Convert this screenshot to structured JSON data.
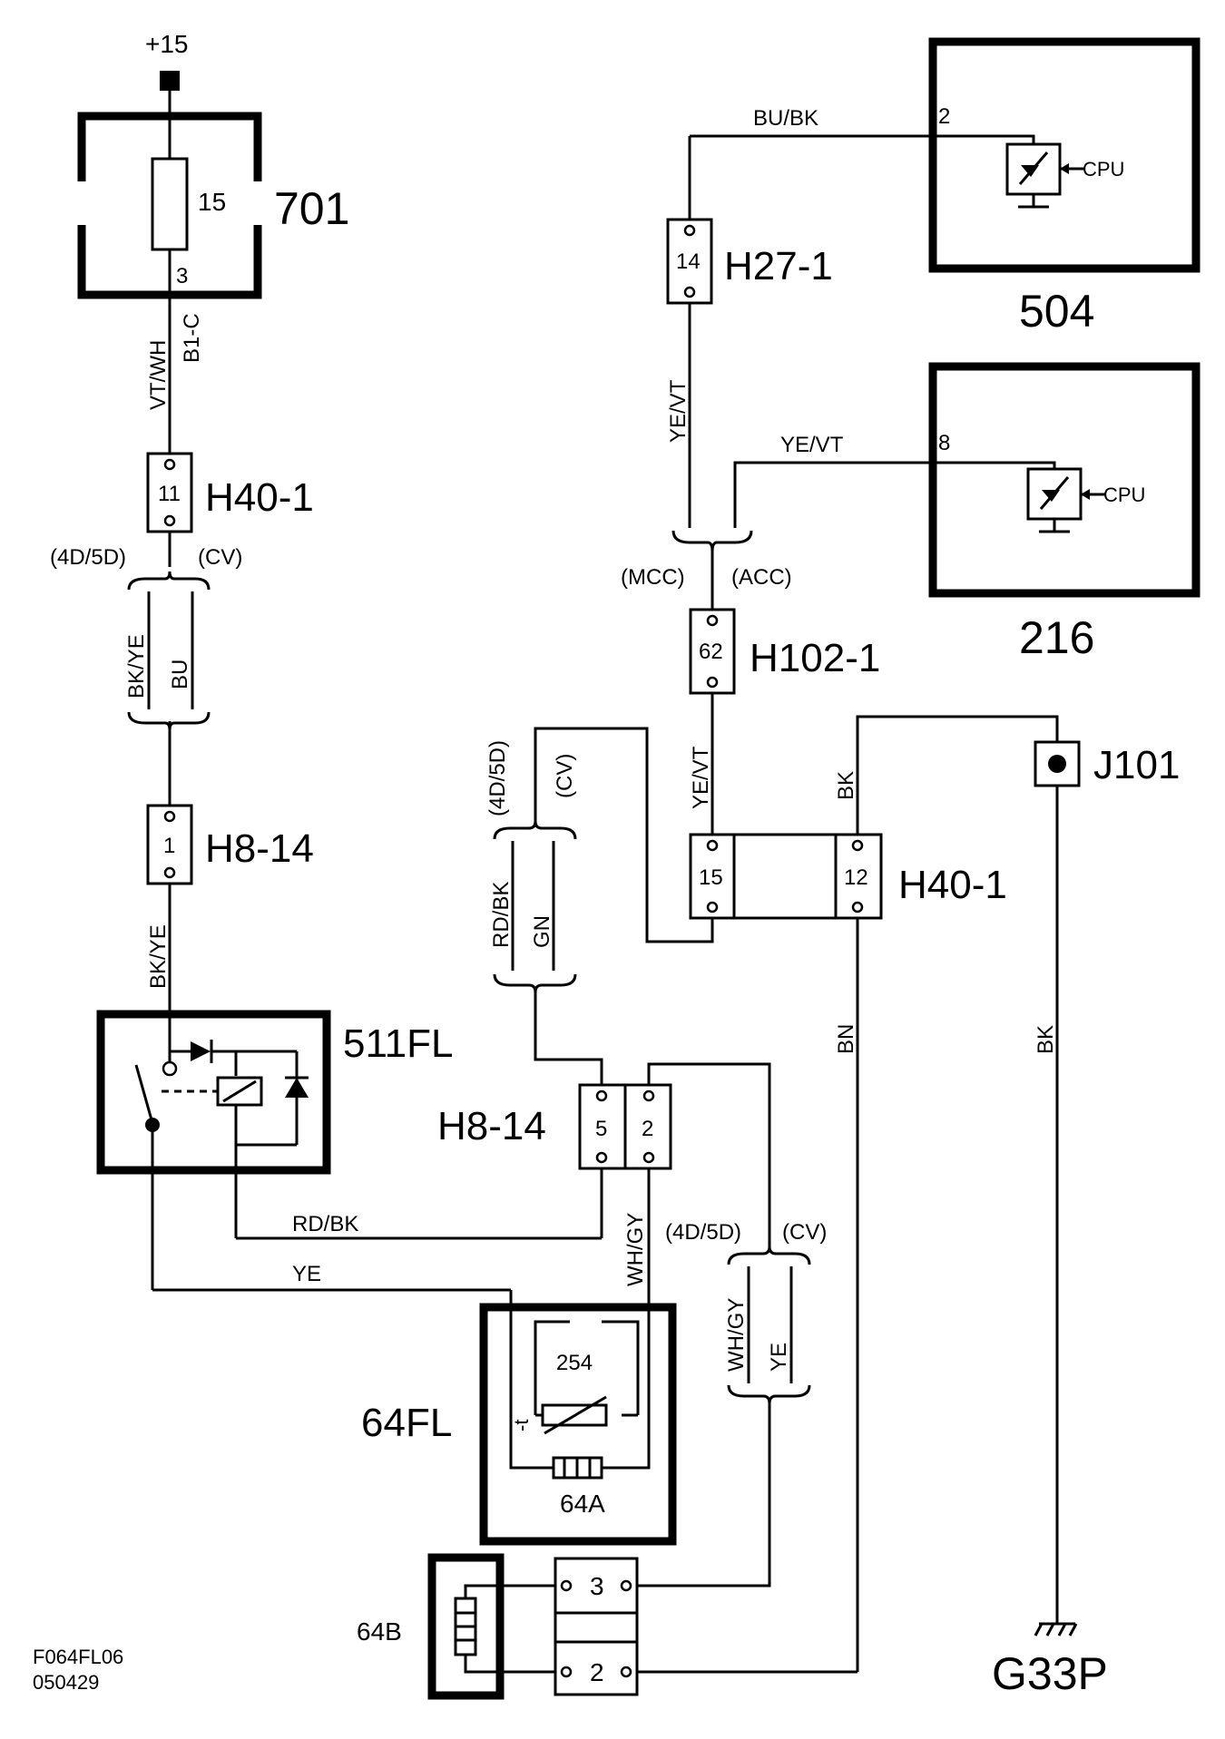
{
  "supply": {
    "label": "+15"
  },
  "fusebox": {
    "id": "701",
    "fuse": "15",
    "pin": "3",
    "ref": "B1-C"
  },
  "left": {
    "wire1": "VT/WH",
    "conn1": {
      "name": "H40-1",
      "pin": "11"
    },
    "var_a": "(4D/5D)",
    "var_b": "(CV)",
    "wire_a": "BK/YE",
    "wire_b": "BU",
    "conn2": {
      "name": "H8-14",
      "pin": "1"
    },
    "wire2": "BK/YE"
  },
  "relay": {
    "id": "511FL"
  },
  "module504": {
    "id": "504",
    "pin": "2",
    "cpu": "CPU",
    "wire": "BU/BK"
  },
  "module216": {
    "id": "216",
    "pin": "8",
    "cpu": "CPU",
    "wire": "YE/VT"
  },
  "h27": {
    "name": "H27-1",
    "pin": "14",
    "wire": "YE/VT"
  },
  "mcc": "(MCC)",
  "acc": "(ACC)",
  "h102": {
    "name": "H102-1",
    "pin": "62",
    "wire": "YE/VT"
  },
  "j101": {
    "id": "J101",
    "wire": "BK"
  },
  "h40b": {
    "name": "H40-1",
    "pin_a": "15",
    "pin_b": "12",
    "wire_bn": "BN",
    "wire_bk": "BK"
  },
  "mid": {
    "var_a": "(4D/5D)",
    "var_b": "(CV)",
    "wire_a": "RD/BK",
    "wire_b": "GN"
  },
  "h814b": {
    "name": "H8-14",
    "pin_a": "5",
    "pin_b": "2",
    "wire_wh": "WH/GY"
  },
  "bottom": {
    "wire_rd": "RD/BK",
    "wire_ye": "YE",
    "var_a": "(4D/5D)",
    "var_b": "(CV)",
    "wire_a": "WH/GY",
    "wire_b": "YE"
  },
  "heater": {
    "id": "64FL",
    "inner_top": "254",
    "inner_bottom": "64A",
    "t_sym": "-t"
  },
  "conn64b": {
    "id": "64B",
    "pin_a": "3",
    "pin_b": "2"
  },
  "ground": {
    "id": "G33P"
  },
  "footer": {
    "code": "F064FL06",
    "date": "050429"
  }
}
